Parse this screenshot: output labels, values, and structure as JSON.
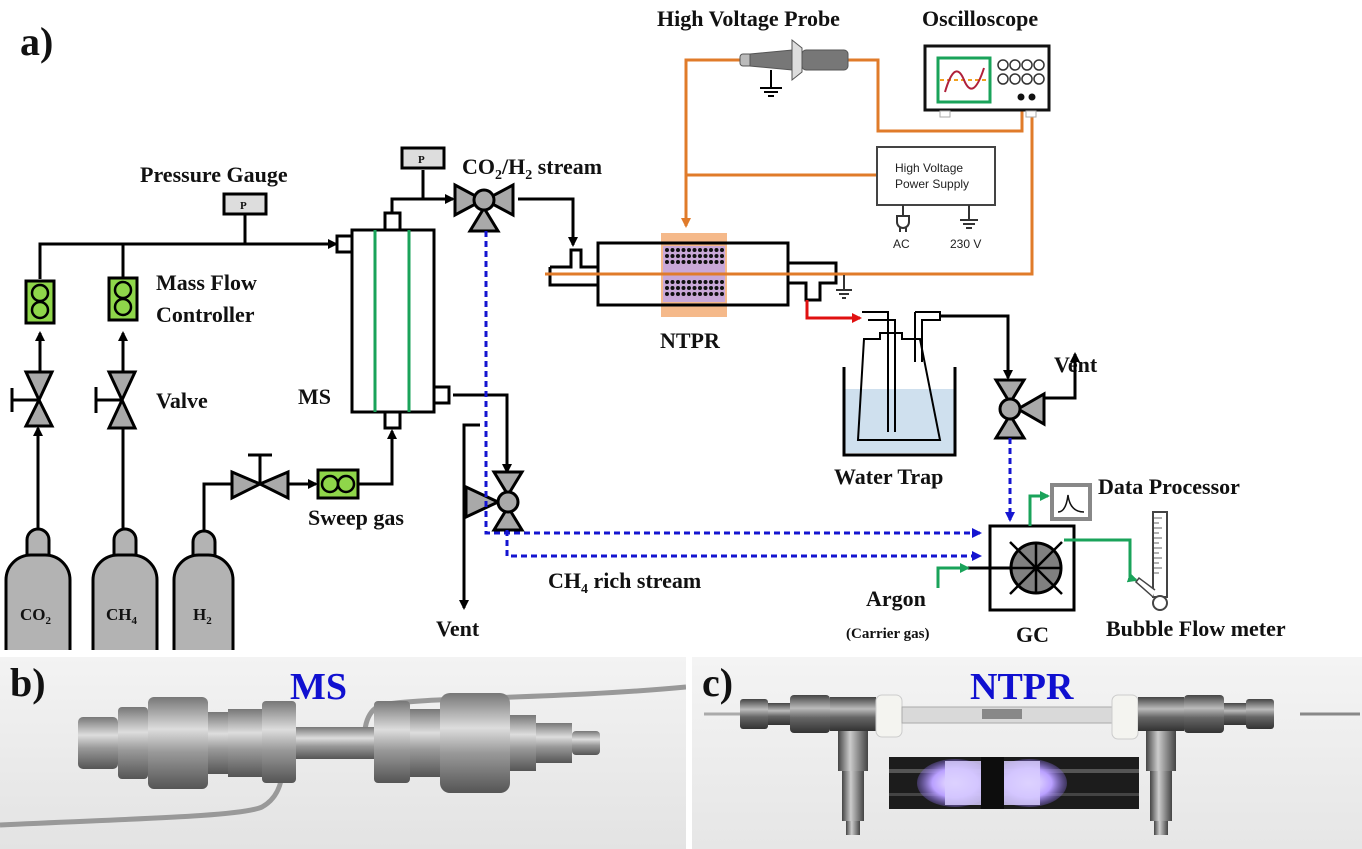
{
  "panels": {
    "a": {
      "letter": "a)",
      "labels": {
        "high_voltage_probe": "High Voltage Probe",
        "oscilloscope": "Oscilloscope",
        "pressure_gauge": "Pressure Gauge",
        "gauge_symbol": "P",
        "co2_h2_stream_a": "CO",
        "co2_h2_stream_sub1": "2",
        "co2_h2_stream_b": "/H",
        "co2_h2_stream_sub2": "2",
        "co2_h2_stream_c": " stream",
        "hv_power_supply_line1": "High Voltage",
        "hv_power_supply_line2": "Power Supply",
        "ac": "AC",
        "voltage": "230 V",
        "mass_flow_line1": "Mass Flow",
        "mass_flow_line2": "Controller",
        "valve": "Valve",
        "ms": "MS",
        "ntpr": "NTPR",
        "vent_right": "Vent",
        "vent_bottom": "Vent",
        "water_trap": "Water Trap",
        "data_processor": "Data Processor",
        "sweep_gas": "Sweep gas",
        "ch4_rich_a": "CH",
        "ch4_rich_sub": "4",
        "ch4_rich_b": " rich stream",
        "argon": "Argon",
        "carrier_gas": "(Carrier gas)",
        "gc": "GC",
        "bubble_flow_meter": "Bubble Flow meter"
      },
      "cylinders": [
        {
          "base": "CO",
          "sub": "2"
        },
        {
          "base": "CH",
          "sub": "4"
        },
        {
          "base": "H",
          "sub": "2"
        }
      ],
      "colors": {
        "pipe": "#000000",
        "electrical": "#e07b2a",
        "dashed_stream": "#1515d0",
        "gc_gas": "#1aa35a",
        "outlet": "#e01010",
        "mfc_fill": "#8fd64a",
        "component_gray": "#a9a9a9",
        "water": "#cfe0ee",
        "plasma_zone": "#f5b98a"
      }
    },
    "b": {
      "letter": "b)",
      "title": "MS"
    },
    "c": {
      "letter": "c)",
      "title": "NTPR"
    }
  }
}
